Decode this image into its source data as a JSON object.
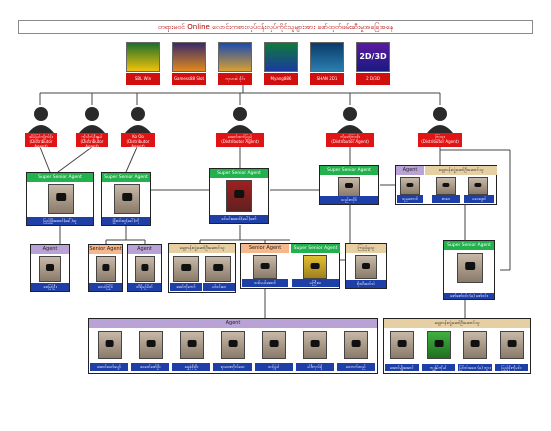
{
  "title": "တရားမဝင် Online လောင်းကစားလုပ်ငန်းလုပ်ကိုင်သူများအား ဖော်ထုတ်ဖမ်းဆီးမှုအခြေအနေ",
  "apps": [
    {
      "label": "SBL Win"
    },
    {
      "label": "Gamess88 Slot"
    },
    {
      "label": "ကုလားဖဲ ဝိုင်း"
    },
    {
      "label": "Myang886"
    },
    {
      "label": "SHAN 2D1"
    },
    {
      "label": "2 D/3D"
    }
  ],
  "distributors": [
    {
      "name": "အိပ်မြင်ကျိုက်ဖိုး",
      "role": "(Distributor Agent)"
    },
    {
      "name": "ကိုလိုက်ဦးနွယ်",
      "role": "(Distributor Agent)"
    },
    {
      "name": "Ko Oo",
      "role": "(Distributor Agent)"
    },
    {
      "name": "အောင်ထက်ပြည့်",
      "role": "(Distributor Agent)"
    },
    {
      "name": "ကိုဖော်ကြာစိုး",
      "role": "(Distributor Agent)"
    },
    {
      "name": "ကြာဖူး",
      "role": "(Distributor Agent)"
    }
  ],
  "labels": {
    "super_senior": "Super Senior Agent",
    "senior": "Senior Agent",
    "agent": "Agent",
    "group_agent": "ရှေ့တန်းလှုံ့ဆော်ဦးဆောင်သူ",
    "coordinator": "ကြည့်ရှုသူ"
  },
  "super_seniors": [
    {
      "name": "ပြည့်ဖြိုးအောင်(ခေါ်)သူ"
    },
    {
      "name": "ဖြိုးဝင်းသူ(ခေါ်)ကို"
    },
    {
      "name": "ခင်မင်းအောင်(ခေါ်)ဇော်"
    },
    {
      "name": "သည်စာဝိုင်"
    },
    {
      "name": "ဇော်ဇော်ဝင်း (ခ) ဇော်ဝင်း"
    }
  ],
  "agents_left": [
    {
      "name": "ဇေမြင့်ဦး"
    }
  ],
  "seniors_left": [
    {
      "name": "ဝေယံကြိုင်"
    }
  ],
  "agents_left2": [
    {
      "name": "သီရိမဉ်မိတ်"
    }
  ],
  "group_left": [
    {
      "name": "အော်ကိုကော်"
    },
    {
      "name": "ပင်ဝင်းဝေ"
    }
  ],
  "senior_mid": [
    {
      "name": "သစ်ပယ်အောင်"
    }
  ],
  "super_senior_mid": [
    {
      "name": "မကြီးသ"
    }
  ],
  "coordinator_people": [
    {
      "name": "စိုးသီးခတ်ဘဲ"
    }
  ],
  "agent_top_right": [
    {
      "name": "သူမှတောင်"
    }
  ],
  "group_top_right": [
    {
      "name": "ဇာဝေ"
    },
    {
      "name": "ပဝေဒွေဝါ"
    }
  ],
  "bottom_agents": [
    {
      "name": "အောင်သော်ပျော်"
    },
    {
      "name": "ဝေခတ်ဇော်ဦး"
    },
    {
      "name": "ရွှေခုံစိုးဦး"
    },
    {
      "name": "ရာမာဏဂိုလ်ဖေး"
    },
    {
      "name": "သင့်ပွဲဝါ"
    },
    {
      "name": "ပါဒီကုလ်ရှိ"
    },
    {
      "name": "ဝေဘက်ထည်"
    }
  ],
  "bottom_group": [
    {
      "name": "အောင်မျိုးအောင်"
    },
    {
      "name": "ကျွန်ုပ်ကိုယ်"
    },
    {
      "name": "ပြင်ဘဲအဖေ (ခ) ဘွား"
    },
    {
      "name": "ပြည့်ဖိုးကိုမင်း"
    }
  ]
}
